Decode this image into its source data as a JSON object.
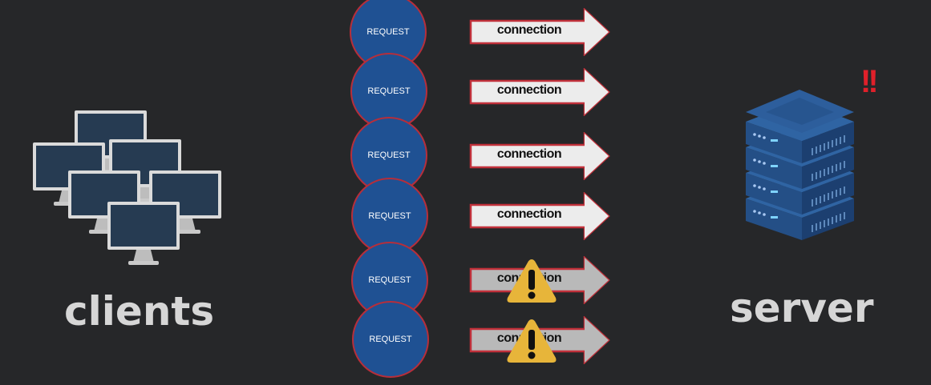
{
  "clients": {
    "label": "clients",
    "monitor_count": 6
  },
  "server": {
    "label": "server",
    "alert": "!!"
  },
  "requests": [
    {
      "label": "REQUEST",
      "arrow_label": "connection",
      "warning": false
    },
    {
      "label": "REQUEST",
      "arrow_label": "connection",
      "warning": false
    },
    {
      "label": "REQUEST",
      "arrow_label": "connection",
      "warning": false
    },
    {
      "label": "REQUEST",
      "arrow_label": "connection",
      "warning": false
    },
    {
      "label": "REQUEST",
      "arrow_label": "connection",
      "warning": true
    },
    {
      "label": "REQUEST",
      "arrow_label": "connection",
      "warning": true
    }
  ],
  "colors": {
    "background": "#262729",
    "request_fill": "#1f5193",
    "request_border": "#b72e3a",
    "arrow_fill": "#ececec",
    "arrow_fill_failed": "#b9b9b9",
    "warning": "#e7b53a",
    "server": "#2c5c97"
  }
}
